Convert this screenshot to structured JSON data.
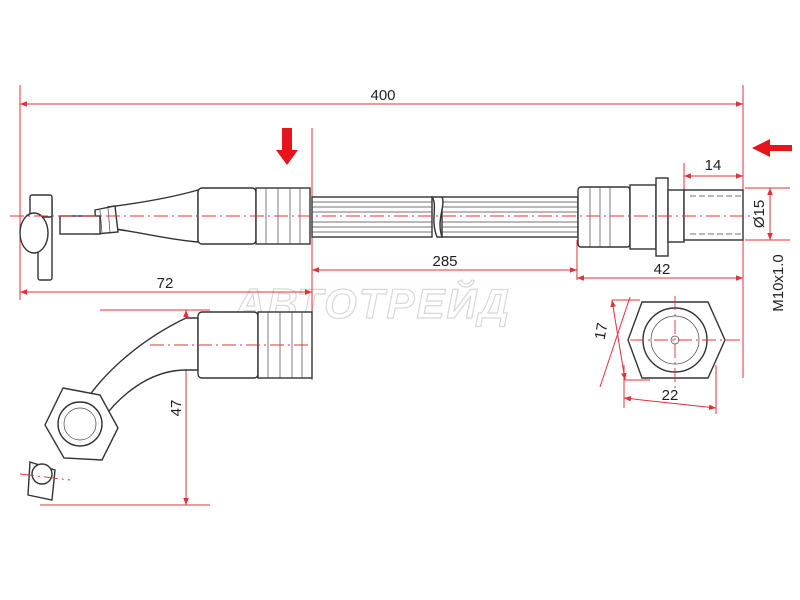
{
  "watermark": "АВТОТРЕЙД",
  "dimensions": {
    "overall_length": "400",
    "hose_length": "285",
    "left_offset": "72",
    "right_fitting": "42",
    "thread_length": "14",
    "diameter": "Ø15",
    "thread": "M10x1.0",
    "bend_height": "47",
    "nut_height": "17",
    "nut_width": "22"
  },
  "colors": {
    "dimension": "#e0303a",
    "arrow": "#e8141c",
    "outline": "#333333"
  }
}
